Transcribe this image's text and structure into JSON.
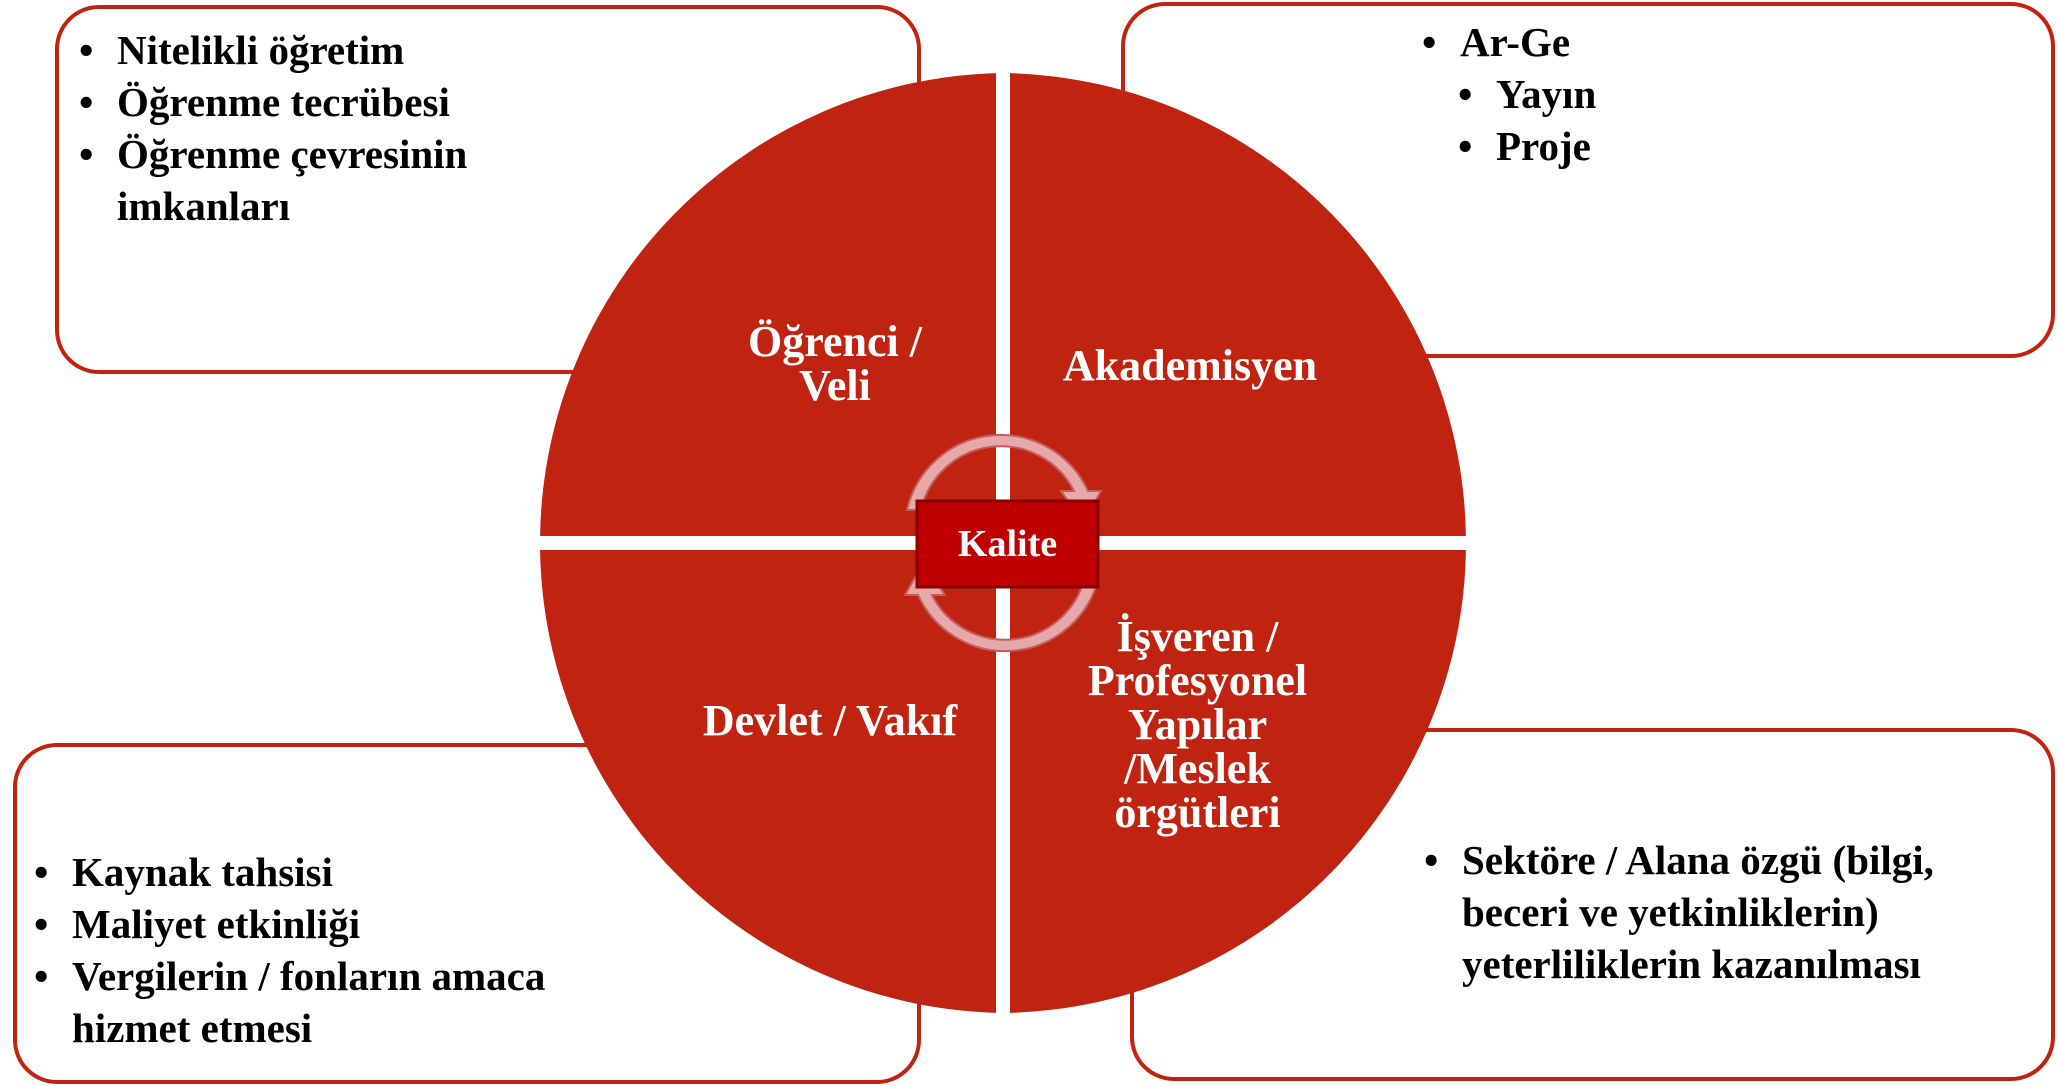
{
  "center": {
    "label": "Kalite"
  },
  "quadrants": {
    "top_left": "Öğrenci / Veli",
    "top_right": "Akademisyen",
    "bottom_left": "Devlet / Vakıf",
    "bottom_right": "İşveren / Profesyonel Yapılar /Meslek örgütleri"
  },
  "boxes": {
    "top_left": {
      "items": [
        "Nitelikli öğretim",
        "Öğrenme tecrübesi",
        "Öğrenme çevresinin imkanları"
      ]
    },
    "top_right": {
      "items": [
        "Ar-Ge"
      ],
      "subitems": [
        "Yayın",
        "Proje"
      ]
    },
    "bottom_left": {
      "items": [
        "Kaynak tahsisi",
        "Maliyet etkinliği",
        "Vergilerin / fonların amaca hizmet etmesi"
      ]
    },
    "bottom_right": {
      "items": [
        "Sektöre / Alana özgü (bilgi, beceri ve yetkinliklerin) yeterliliklerin kazanılması"
      ]
    }
  },
  "colors": {
    "quadrant_fill": "#c0230f",
    "box_border": "#c0230f",
    "center_fill": "#c00000",
    "arrow_fill": "#e6a9a9",
    "text_dark": "#000000",
    "text_light": "#ffffff"
  }
}
